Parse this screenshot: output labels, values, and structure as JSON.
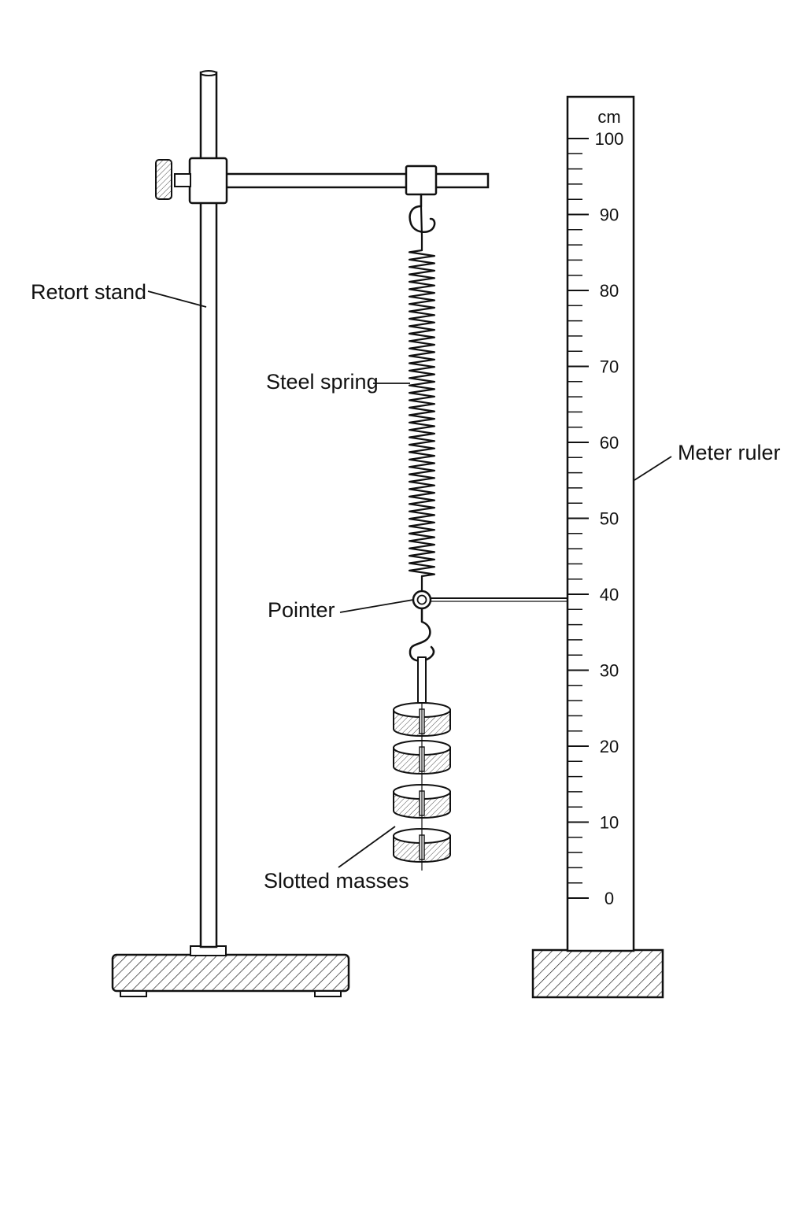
{
  "labels": {
    "retort_stand": "Retort stand",
    "steel_spring": "Steel spring",
    "pointer": "Pointer",
    "slotted_masses": "Slotted masses",
    "meter_ruler": "Meter ruler"
  },
  "ruler": {
    "unit": "cm",
    "tick_labels": [
      "100",
      "90",
      "80",
      "70",
      "60",
      "50",
      "40",
      "30",
      "20",
      "10",
      "0"
    ],
    "pointer_reading": 40
  },
  "masses": {
    "count": 4
  },
  "colors": {
    "stroke": "#111111",
    "background": "#ffffff"
  }
}
